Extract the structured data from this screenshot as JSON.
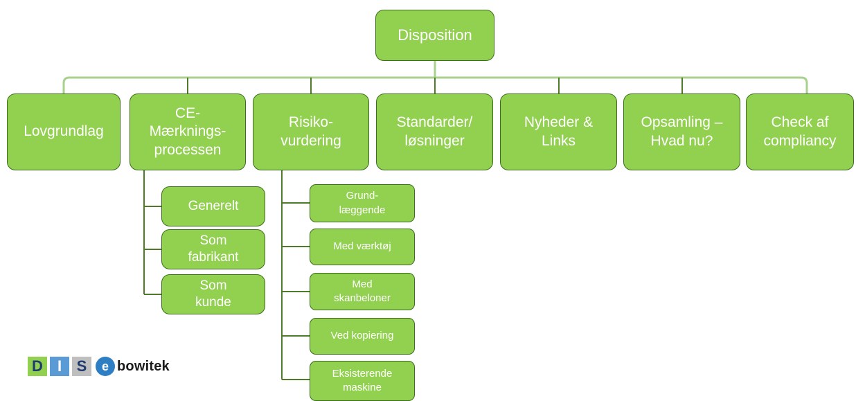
{
  "root": {
    "label": "Disposition"
  },
  "colors": {
    "node_fill": "#92d050",
    "node_border": "#3b6e1c",
    "top_connector": "#a9d18e",
    "branch_connector": "#4e7a2a"
  },
  "top_nodes": [
    {
      "label": "Lovgrundlag"
    },
    {
      "label": "CE-\nMærknings-\nprocessen"
    },
    {
      "label": "Risiko-\nvurdering"
    },
    {
      "label": "Standarder/\nløsninger"
    },
    {
      "label": "Nyheder &\nLinks"
    },
    {
      "label": "Opsamling –\nHvad nu?"
    },
    {
      "label": "Check af\ncompliancy"
    }
  ],
  "ce_children": [
    {
      "label": "Generelt"
    },
    {
      "label": "Som\nfabrikant"
    },
    {
      "label": "Som\nkunde"
    }
  ],
  "risiko_children": [
    {
      "label": "Grund-\nlæggende"
    },
    {
      "label": "Med værktøj"
    },
    {
      "label": "Med\nskanbeloner"
    },
    {
      "label": "Ved kopiering"
    },
    {
      "label": "Eksisterende\nmaskine"
    }
  ],
  "logo": {
    "letters": [
      "D",
      "I",
      "S"
    ],
    "letter_colors": [
      "#92d050",
      "#5b9bd5",
      "#7f7f7f"
    ],
    "mark": "e",
    "word": "bowitek"
  }
}
